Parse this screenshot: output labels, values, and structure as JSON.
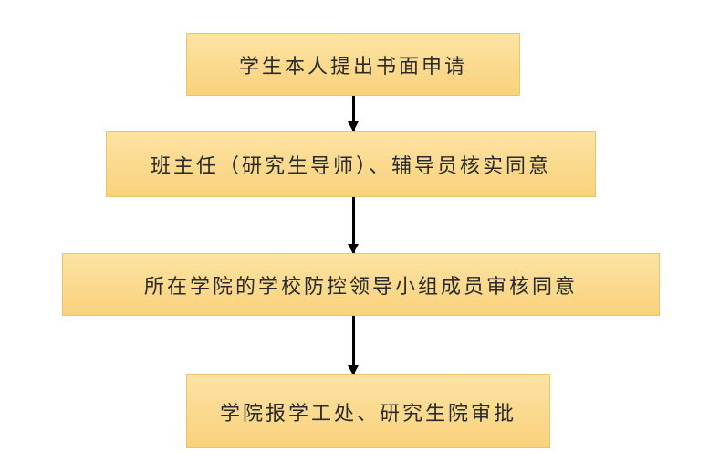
{
  "steps": [
    {
      "label": "学生本人提出书面申请"
    },
    {
      "label": "班主任（研究生导师）、辅导员核实同意"
    },
    {
      "label": "所在学院的学校防控领导小组成员审核同意"
    },
    {
      "label": "学院报学工处、研究生院审批"
    }
  ],
  "colors": {
    "box_fill": "#fbd98a",
    "box_border": "#efc466",
    "arrow": "#000000"
  }
}
